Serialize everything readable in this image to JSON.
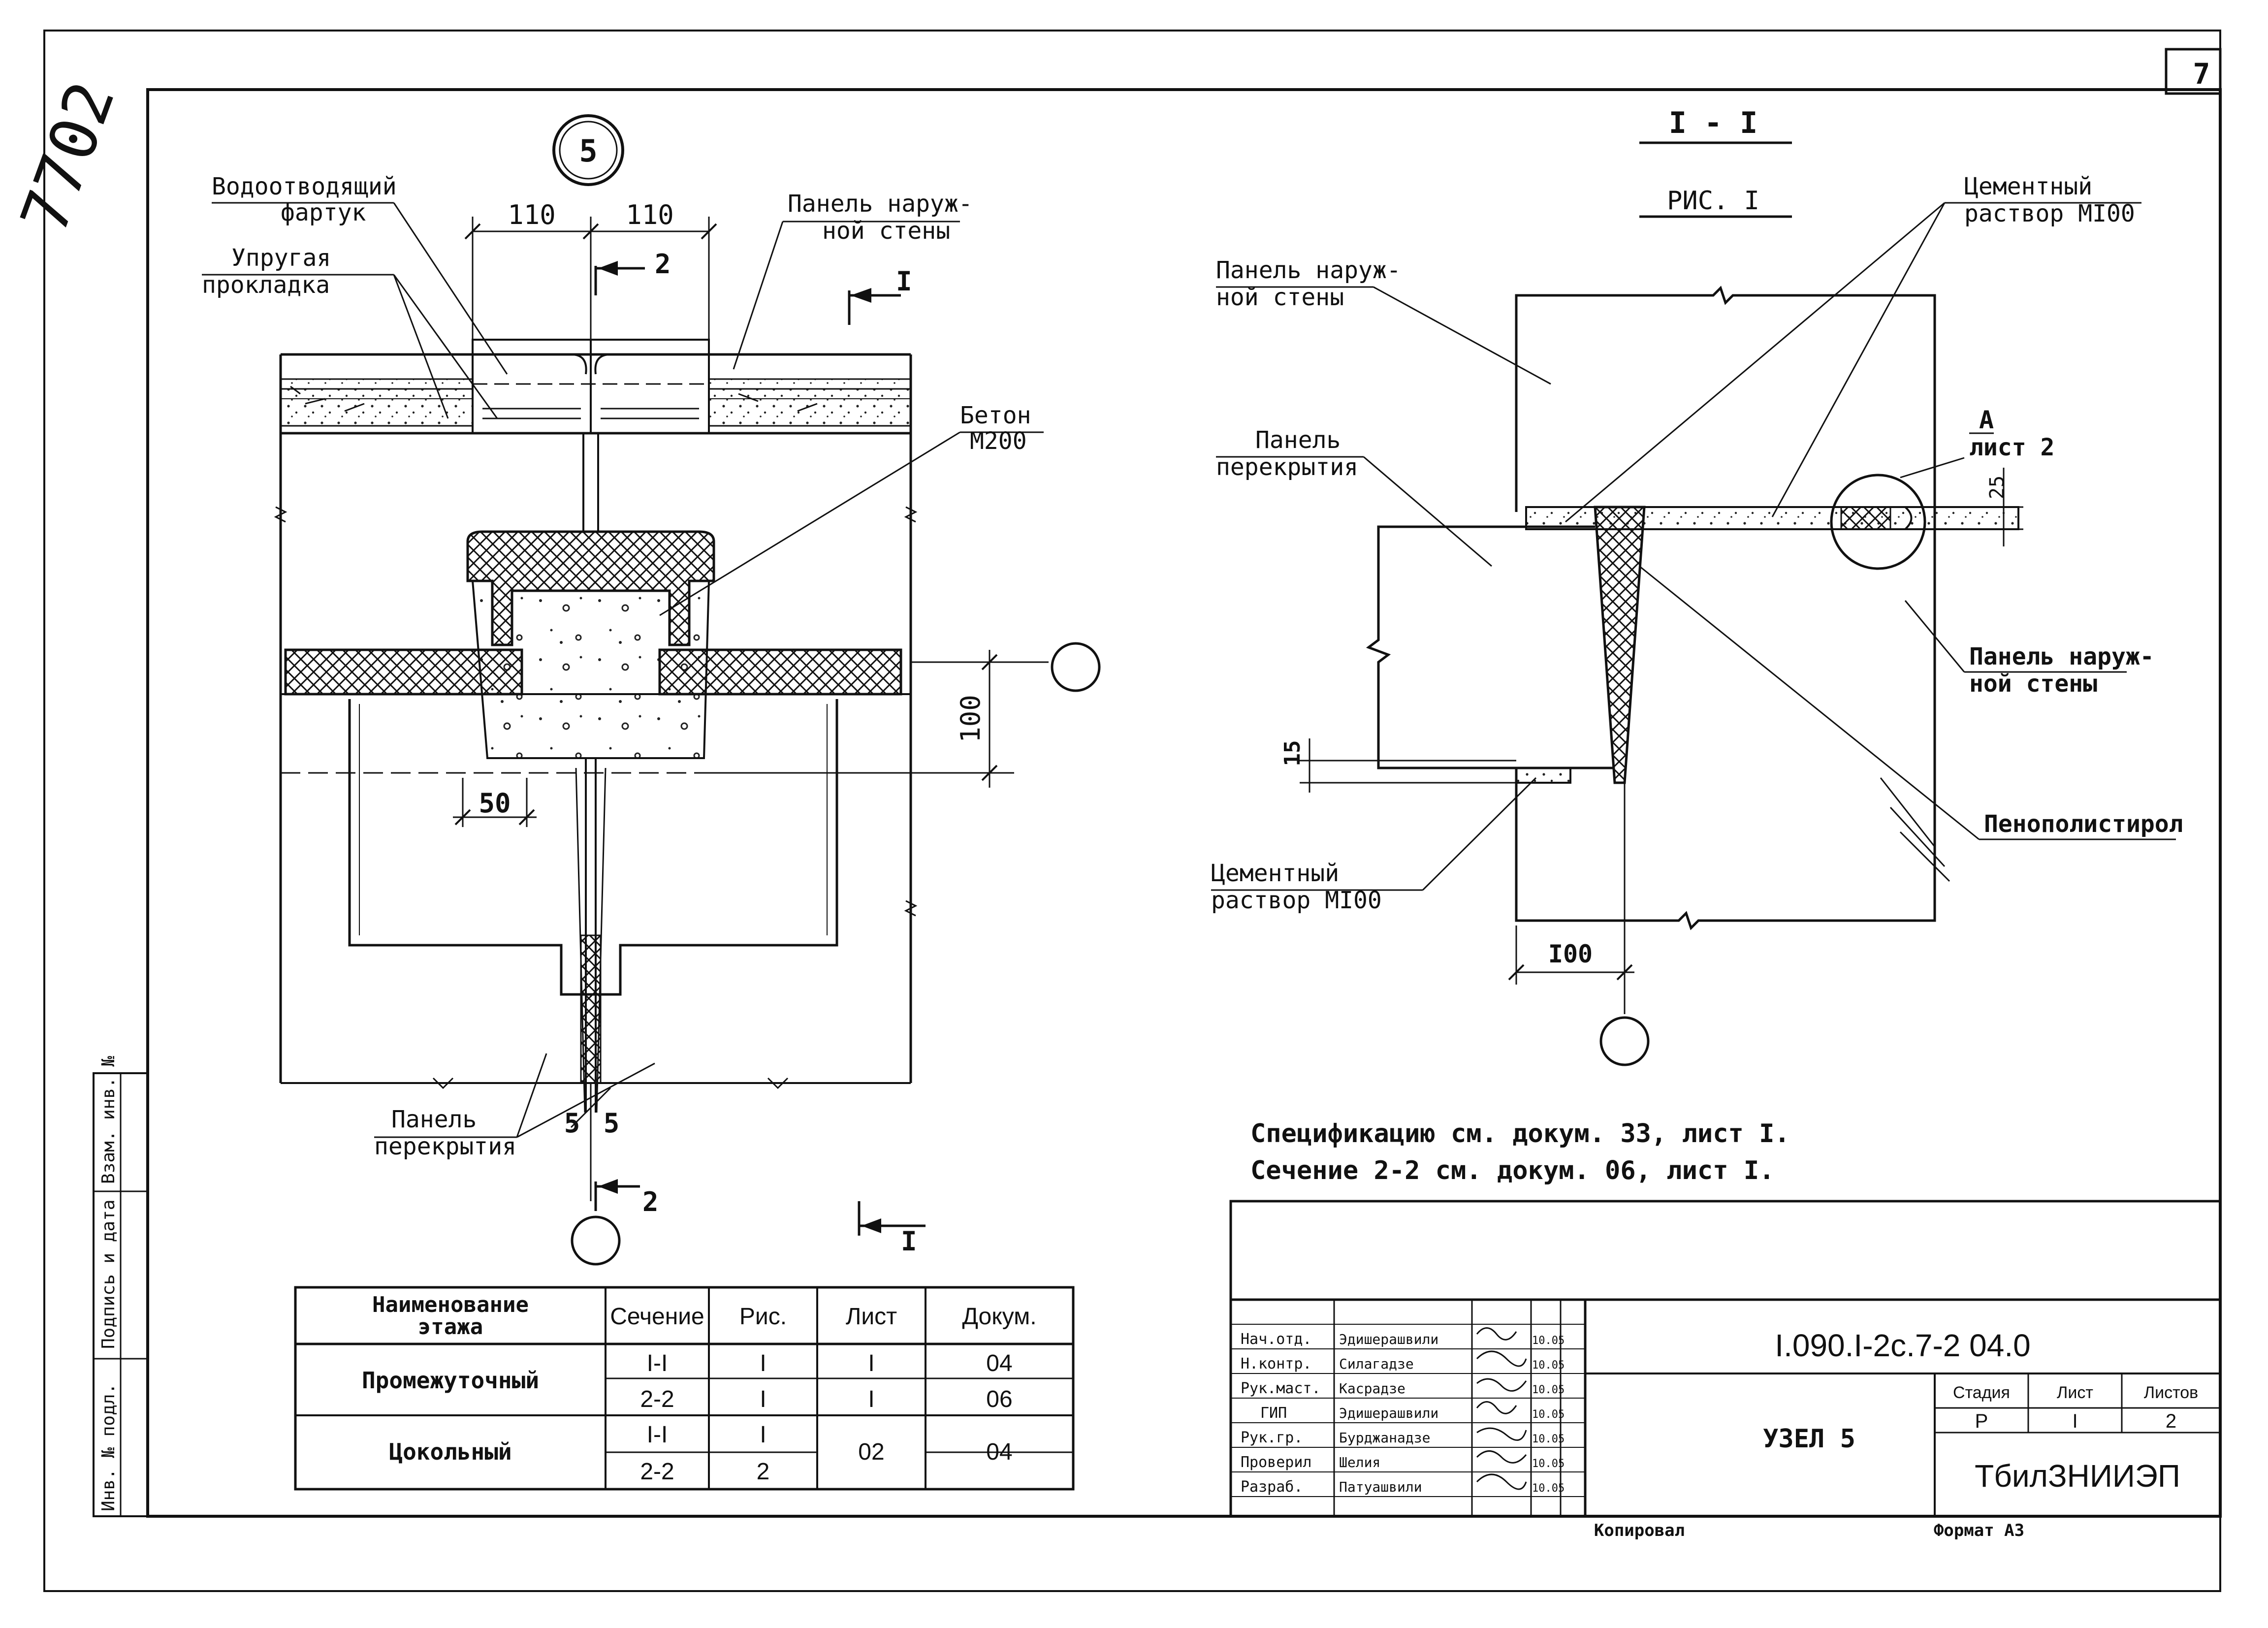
{
  "sheet": {
    "sheet_number": "7",
    "margin_scribble": "7702"
  },
  "left_view": {
    "node_number": "5",
    "dim_left": "110",
    "dim_right": "110",
    "dim_vertical": "100",
    "dim_50": "50",
    "dim_bottom_left": "5",
    "dim_bottom_right": "5",
    "section_2_top": "2",
    "section_2_bottom": "2",
    "section_1_top": "I",
    "section_1_bottom": "I",
    "label_apron_1": "Водоотводящий",
    "label_apron_2": "фартук",
    "label_gasket_1": "Упругая",
    "label_gasket_2": "прокладка",
    "label_wall_1": "Панель наруж-",
    "label_wall_2": "ной стены",
    "label_concrete_1": "Бетон",
    "label_concrete_2": "М200",
    "label_floor_1": "Панель",
    "label_floor_2": "перекрытия"
  },
  "right_view": {
    "section_title": "I - I",
    "figure_label": "РИС. I",
    "label_mortar_top_1": "Цементный",
    "label_mortar_top_2": "раствор МI00",
    "label_wall_top_1": "Панель наруж-",
    "label_wall_top_2": "ной стены",
    "label_floor_1": "Панель",
    "label_floor_2": "перекрытия",
    "callout_letter": "А",
    "callout_sheet": "лист 2",
    "dim_25": "25",
    "label_wall_right_1": "Панель наруж-",
    "label_wall_right_2": "ной стены",
    "label_foam": "Пенополистирол",
    "dim_15": "15",
    "label_mortar_bottom_1": "Цементный",
    "label_mortar_bottom_2": "раствор МI00",
    "dim_100": "I00"
  },
  "notes": {
    "line_1": "Спецификацию см. докум. 33, лист I.",
    "line_2": "Сечение 2-2 см. докум. 06, лист I."
  },
  "schedule_table": {
    "headers": [
      "Наименование этажа",
      "Сечение",
      "Рис.",
      "Лист",
      "Докум."
    ],
    "header_line_1": "Наименование",
    "header_line_2": "этажа",
    "rows": [
      {
        "floor": "Промежуточный",
        "section": "I-I",
        "fig": "I",
        "sheet": "I",
        "doc": "04"
      },
      {
        "floor": "",
        "section": "2-2",
        "fig": "I",
        "sheet": "I",
        "doc": "06"
      },
      {
        "floor": "Цокольный",
        "section": "I-I",
        "fig": "I",
        "sheet": "02",
        "doc": "04"
      },
      {
        "floor": "",
        "section": "2-2",
        "fig": "2",
        "sheet": "",
        "doc": ""
      }
    ]
  },
  "title_block": {
    "code": "I.090.I-2с.7-2 04.0",
    "title": "УЗЕЛ 5",
    "organization": "ТбилЗНИИЭП",
    "stage_label": "Стадия",
    "sheet_label": "Лист",
    "sheets_label": "Листов",
    "stage_value": "Р",
    "sheet_value": "I",
    "sheets_value": "2",
    "copied": "Копировал",
    "format": "Формат А3",
    "staff": [
      {
        "role": "Нач.отд.",
        "name": "Эдишерашвили",
        "date": "10.05"
      },
      {
        "role": "Н.контр.",
        "name": "Силагадзе",
        "date": "10.05"
      },
      {
        "role": "Рук.маст.",
        "name": "Касрадзе",
        "date": "10.05"
      },
      {
        "role": "ГИП",
        "name": "Эдишерашвили",
        "date": "10.05"
      },
      {
        "role": "Рук.гр.",
        "name": "Бурджанадзе",
        "date": "10.05"
      },
      {
        "role": "Проверил",
        "name": "Шелия",
        "date": "10.05"
      },
      {
        "role": "Разраб.",
        "name": "Патуашвили",
        "date": "10.05"
      }
    ]
  },
  "side_stamp": {
    "col_1": "Инв. № подл.",
    "col_2": "Подпись и дата",
    "col_3": "Взам. инв. №"
  }
}
